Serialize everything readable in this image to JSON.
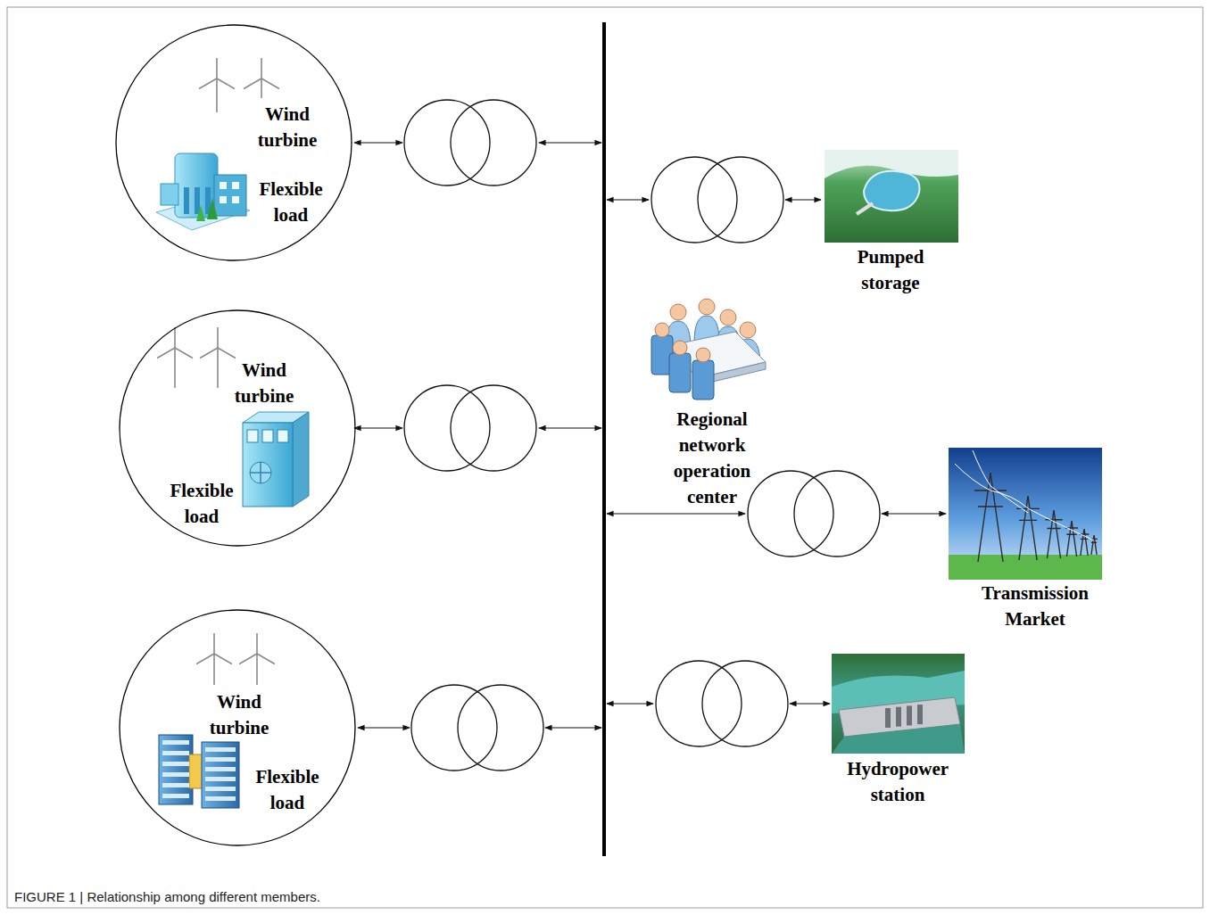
{
  "diagram": {
    "caption": "FIGURE 1 | Relationship among different members.",
    "nodes": [
      {
        "text": [
          "Wind turbine",
          "Flexible load"
        ]
      },
      {
        "text": [
          "Wind turbine",
          "Flexible load"
        ]
      },
      {
        "text": [
          "Wind turbine",
          "Flexible load"
        ]
      },
      {
        "text": [
          "Pumped storage"
        ]
      },
      {
        "text": [
          "Regional network operation center"
        ]
      },
      {
        "text": [
          "Transmission Market"
        ]
      },
      {
        "text": [
          "Hydropower station"
        ]
      }
    ]
  }
}
